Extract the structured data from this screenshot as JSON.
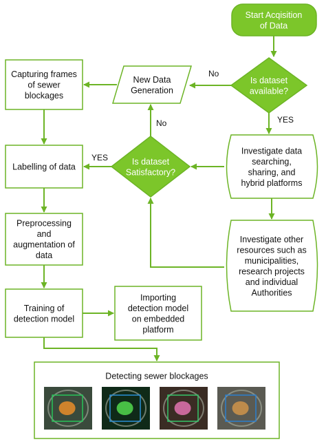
{
  "colors": {
    "accent": "#7cc62a",
    "stroke": "#6cb425",
    "text": "#111111",
    "node_text_on_fill": "#ffffff"
  },
  "nodes": {
    "start": {
      "lines": [
        "Start Acqisition",
        "of Data"
      ]
    },
    "dataset_available": {
      "lines": [
        "Is dataset",
        "available?"
      ]
    },
    "new_data_generation": {
      "lines": [
        "New Data",
        "Generation"
      ]
    },
    "capturing_frames": {
      "lines": [
        "Capturing frames",
        "of sewer",
        "blockages"
      ]
    },
    "investigate_platforms": {
      "lines": [
        "Investigate data",
        "searching,",
        "sharing, and",
        "hybrid platforms"
      ]
    },
    "dataset_satisfactory": {
      "lines": [
        "Is dataset",
        "Satisfactory?"
      ]
    },
    "labelling": {
      "lines": [
        "Labelling of data"
      ]
    },
    "investigate_other": {
      "lines": [
        "Investigate other",
        "resources such as",
        "municipalities,",
        "research projects",
        "and individual",
        "Authorities"
      ]
    },
    "preprocessing": {
      "lines": [
        "Preprocessing",
        "and",
        "augmentation of",
        "data"
      ]
    },
    "training": {
      "lines": [
        "Training of",
        "detection model"
      ]
    },
    "importing": {
      "lines": [
        "Importing",
        "detection model",
        "on embedded",
        "platform"
      ]
    },
    "detecting": {
      "lines": [
        "Detecting sewer blockages"
      ]
    }
  },
  "edge_labels": {
    "no_available": "No",
    "yes_available": "YES",
    "no_satisfactory": "No",
    "yes_satisfactory": "YES"
  },
  "images": [
    {
      "name": "sewer-photo-1",
      "bg": "#3a4a3c",
      "mark": "#e08a2a",
      "box": "#27c45a"
    },
    {
      "name": "sewer-photo-2",
      "bg": "#0f2a18",
      "mark": "#4fcf4a",
      "box": "#2a8fd8"
    },
    {
      "name": "sewer-photo-3",
      "bg": "#3a2c24",
      "mark": "#d86fa8",
      "box": "#34c66a"
    },
    {
      "name": "sewer-photo-4",
      "bg": "#5a5a52",
      "mark": "#c8904a",
      "box": "#2a7fd0"
    }
  ]
}
